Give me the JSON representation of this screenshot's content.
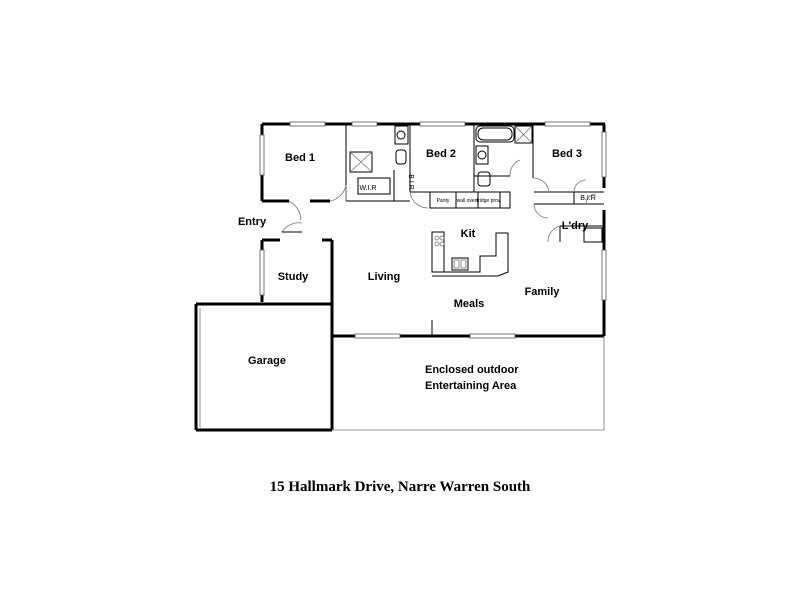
{
  "rooms": {
    "bed1": "Bed 1",
    "bed2": "Bed 2",
    "bed3": "Bed 3",
    "entry": "Entry",
    "study": "Study",
    "living": "Living",
    "kit": "Kit",
    "meals": "Meals",
    "family": "Family",
    "laundry": "L'dry",
    "garage": "Garage",
    "outdoor_line1": "Enclosed outdoor",
    "outdoor_line2": "Entertaining Area"
  },
  "labels": {
    "wir": "W.I.R",
    "bir_vertical": "B I R",
    "bir": "B.I.R",
    "pantry": "Panty",
    "wall_oven": "wall oven",
    "fridge_prov": "fridge prov."
  },
  "caption": "15 Hallmark Drive, Narre Warren South"
}
